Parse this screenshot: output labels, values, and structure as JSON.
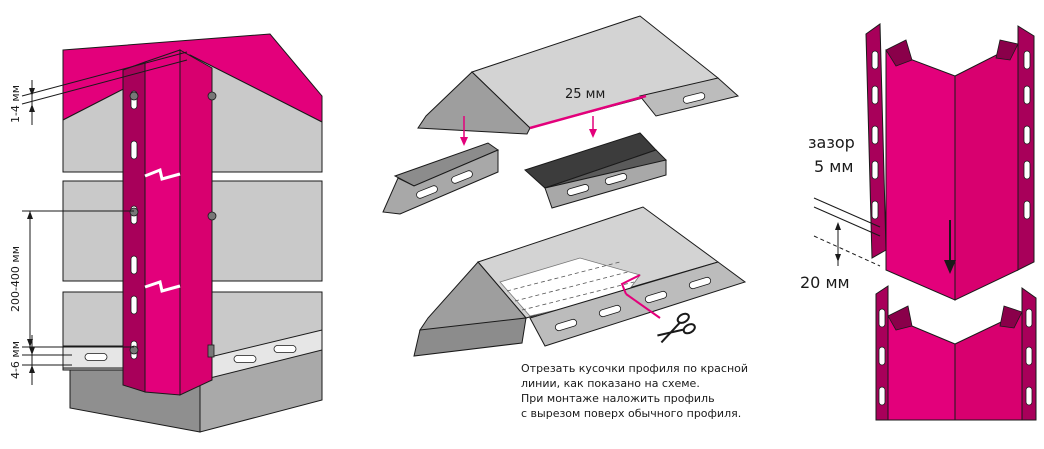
{
  "colors": {
    "magenta": "#e3007b",
    "magenta_dark": "#a8005a",
    "gray_panel": "#c9c9c9",
    "gray_mid": "#9e9e9e",
    "gray_dark": "#6e6e6e",
    "outline": "#1a1a1a"
  },
  "left_figure": {
    "dim_top": "1-4 мм",
    "dim_middle": "200-400 мм",
    "dim_bottom": "4-6 мм"
  },
  "middle_figure": {
    "cut_width": "25 мм",
    "instruction_lines": [
      "Отрезать кусочки профиля по красной",
      "линии, как показано на схеме.",
      "При монтаже наложить профиль",
      "с вырезом поверх обычного профиля."
    ]
  },
  "right_figure": {
    "gap_label": "зазор",
    "gap_value": "5 мм",
    "overlap_value": "20 мм"
  }
}
